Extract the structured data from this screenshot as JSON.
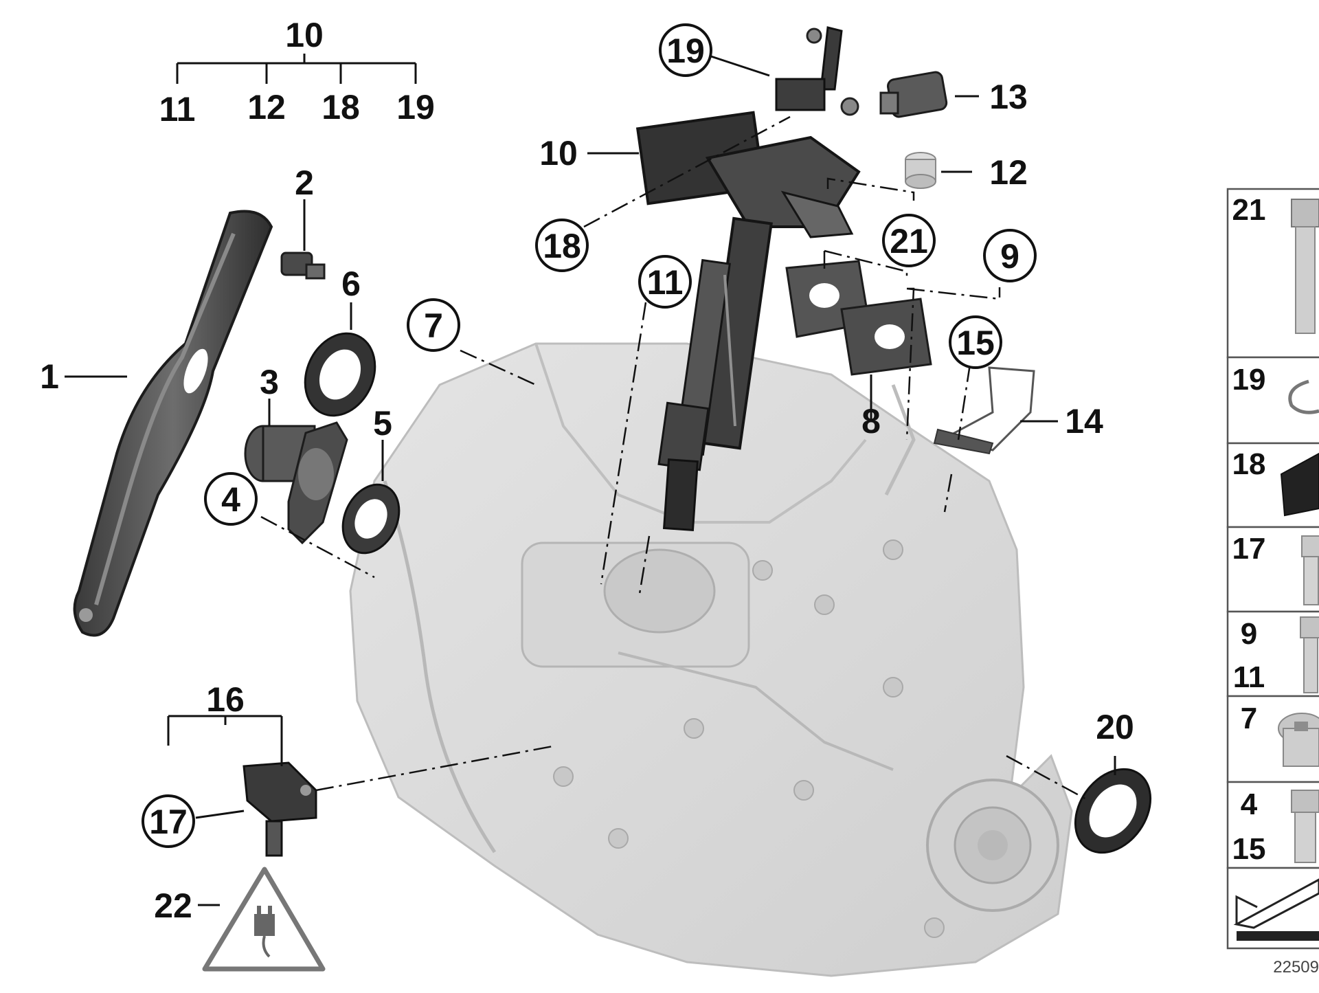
{
  "diagram": {
    "assembly_header": {
      "parent": "10",
      "children": [
        "11",
        "12",
        "18",
        "19"
      ]
    },
    "labels": {
      "p1": "1",
      "p2": "2",
      "p3": "3",
      "p5": "5",
      "p6": "6",
      "p8": "8",
      "p10": "10",
      "p12": "12",
      "p13": "13",
      "p14": "14",
      "p16": "16",
      "p20": "20",
      "p22": "22"
    },
    "circled": {
      "p4": "4",
      "p7": "7",
      "p9": "9",
      "p11": "11",
      "p15": "15",
      "p17": "17",
      "p18": "18",
      "p19": "19",
      "p21": "21"
    },
    "sub_assembly_16": [
      "17"
    ],
    "fastener_table": [
      "21",
      "19",
      "18",
      "17",
      "9",
      "11",
      "7",
      "4",
      "15"
    ],
    "drawing_number": "22509"
  }
}
